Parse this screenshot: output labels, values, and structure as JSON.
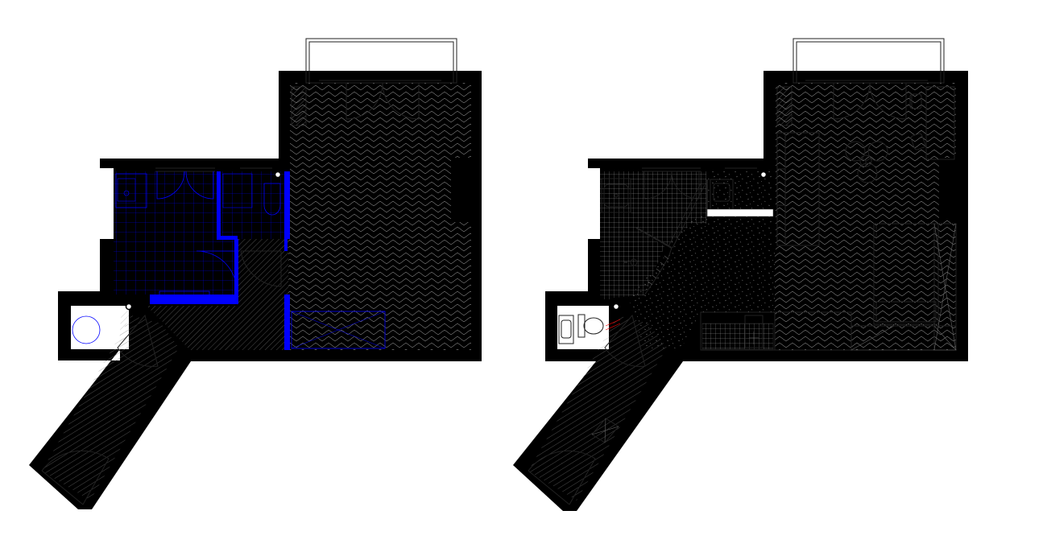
{
  "plans": [
    {
      "id": "existing",
      "type": "floor-plan"
    },
    {
      "id": "proposed",
      "type": "floor-plan"
    }
  ],
  "colors": {
    "wall": "#000000",
    "demolition": "#0000ff",
    "annotation": "#ff0000",
    "background": "#ffffff"
  },
  "icons": [
    "door-swing-icon",
    "window-icon",
    "toilet-icon",
    "sink-icon",
    "shower-icon",
    "bed-icon",
    "table-icon",
    "chair-icon",
    "wardrobe-icon",
    "sofa-icon"
  ]
}
